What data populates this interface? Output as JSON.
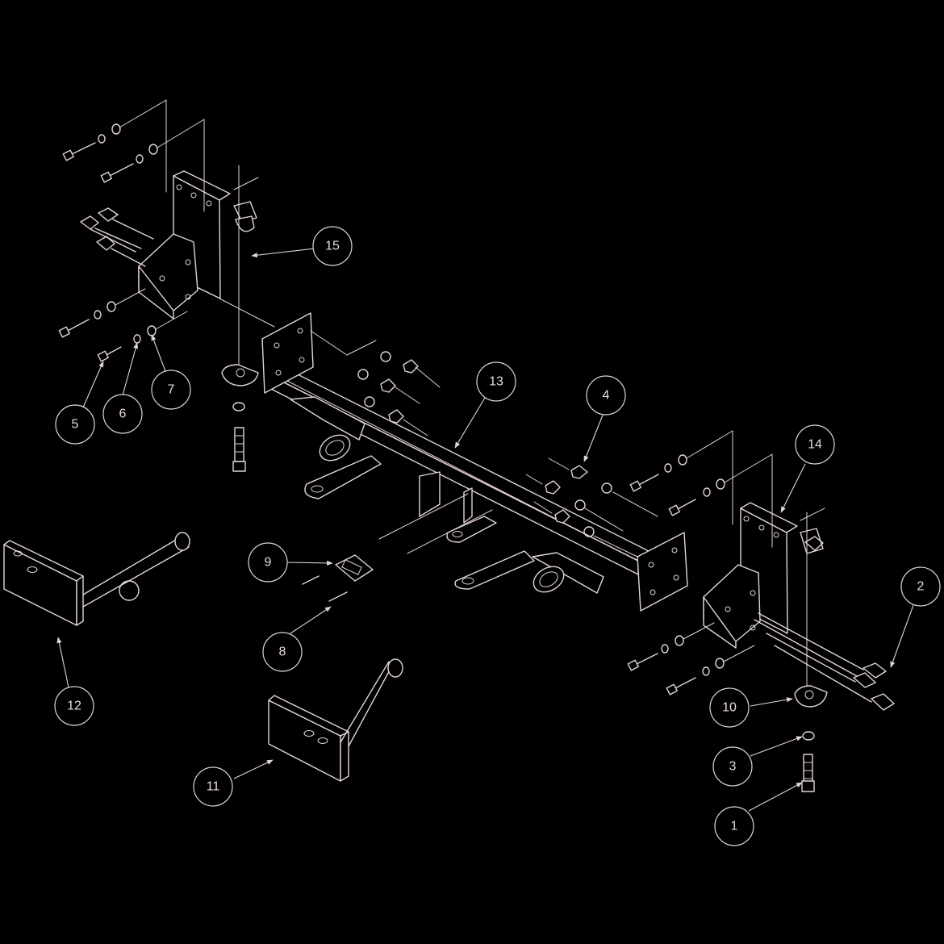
{
  "callouts": [
    {
      "id": "1",
      "label": "1"
    },
    {
      "id": "2",
      "label": "2"
    },
    {
      "id": "3",
      "label": "3"
    },
    {
      "id": "4",
      "label": "4"
    },
    {
      "id": "5",
      "label": "5"
    },
    {
      "id": "6",
      "label": "6"
    },
    {
      "id": "7",
      "label": "7"
    },
    {
      "id": "8",
      "label": "8"
    },
    {
      "id": "9",
      "label": "9"
    },
    {
      "id": "10",
      "label": "10"
    },
    {
      "id": "11",
      "label": "11"
    },
    {
      "id": "12",
      "label": "12"
    },
    {
      "id": "13",
      "label": "13"
    },
    {
      "id": "14",
      "label": "14"
    },
    {
      "id": "15",
      "label": "15"
    }
  ],
  "colors": {
    "background": "#000000",
    "line": "#e3d4d4"
  }
}
